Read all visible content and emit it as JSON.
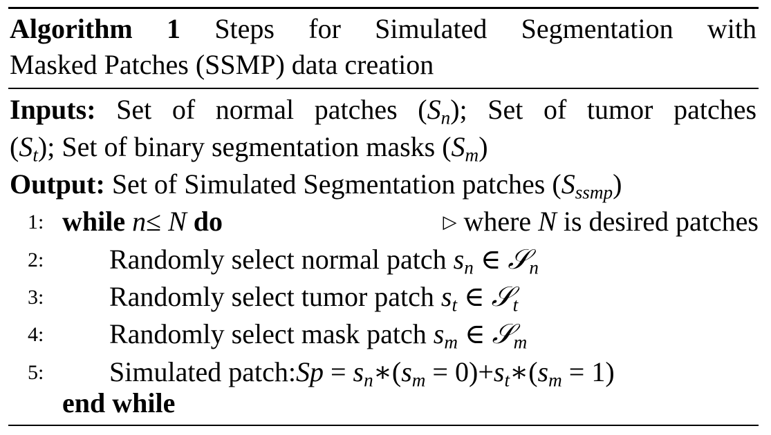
{
  "algorithm": {
    "label": "Algorithm 1",
    "title_line1": "Steps for Simulated Segmentation with",
    "title_line2": "Masked Patches (SSMP) data creation",
    "inputs_label": "Inputs:",
    "inputs_text_1": "Set of normal patches (",
    "inputs_text_2": "); Set of tumor patches",
    "inputs_text_3": "); Set of binary segmentation masks (",
    "inputs_text_4": ")",
    "output_label": "Output:",
    "output_text_1": "Set of Simulated Segmentation patches (",
    "output_text_2": ")",
    "symbols": {
      "S": "S",
      "n": "n",
      "t": "t",
      "m": "m",
      "ssmp": "ssmp",
      "N": "N",
      "s": "s",
      "cal_S": "𝒮"
    },
    "steps": [
      {
        "num": "1:",
        "keyword_while": "while",
        "cond_var": "n",
        "cond_op": "≤",
        "cond_bound": "N",
        "keyword_do": "do",
        "comment_symbol": "▷",
        "comment_text_1": "where",
        "comment_text_2": "is desired patches"
      },
      {
        "num": "2:",
        "text": "Randomly select normal patch"
      },
      {
        "num": "3:",
        "text": "Randomly select tumor patch"
      },
      {
        "num": "4:",
        "text": "Randomly select mask patch"
      },
      {
        "num": "5:",
        "text": "Simulated patch:",
        "formula_lhs": "Sp",
        "eq": "=",
        "times": "∗",
        "open": "(",
        "close": ")",
        "plus": "+",
        "zero": "0",
        "one": "1",
        "element_of": "∈"
      }
    ],
    "end_while": "end while"
  }
}
